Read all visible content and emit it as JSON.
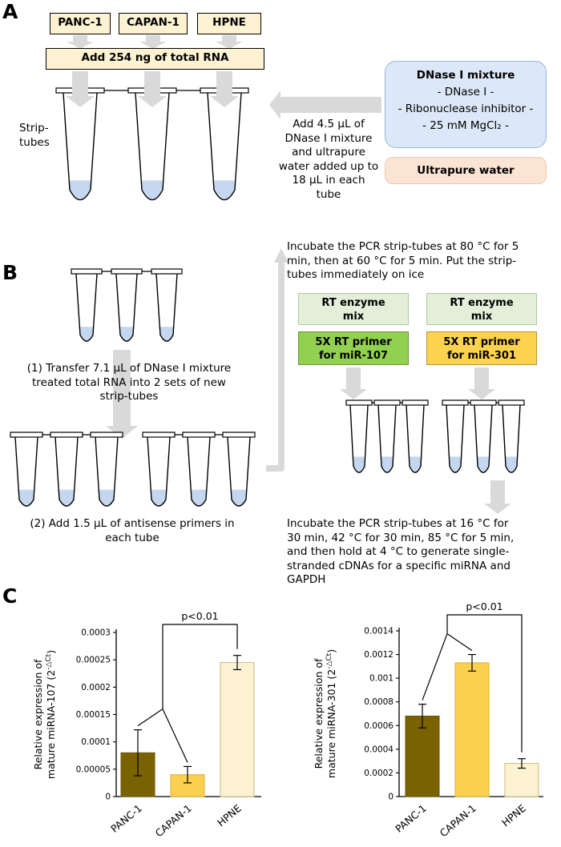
{
  "colors": {
    "arrow": "#d9d9d9",
    "tube_liquid": "#c5d7ee",
    "cream_box": "#fdf3d2",
    "dnase_box": "#dce8f7",
    "ultrapure_box": "#fce4d4",
    "rt_enzyme_box": "#e3efd9",
    "primer_mir107_box": "#92d050",
    "primer_mir301_box": "#fdd24f"
  },
  "panels": {
    "a": {
      "label": "A",
      "cell_lines": [
        "PANC-1",
        "CAPAN-1",
        "HPNE"
      ],
      "add_rna": "Add 254 ng of total RNA",
      "strip_tubes_label": "Strip-\ntubes",
      "dnase_title": "DNase I mixture",
      "dnase_items": "- DNase I -\n- Ribonuclease inhibitor -\n- 25 mM MgCl₂ -",
      "ultrapure": "Ultrapure water",
      "add_note": "Add 4.5 µL of\nDNase I mixture\nand ultrapure\nwater added up to\n18 µL in each\ntube"
    },
    "b": {
      "label": "B",
      "step1": "(1) Transfer 7.1 µL of DNase I mixture\ntreated total RNA into 2 sets of new\nstrip-tubes",
      "step2": "(2) Add 1.5 µL of antisense primers in\neach tube",
      "incubate1": "Incubate the PCR strip-tubes at 80 °C for 5\nmin, then at 60 °C for 5 min. Put the strip-\ntubes immediately on ice",
      "rt_enzyme": "RT enzyme\nmix",
      "primer107": "5X RT primer\nfor miR-107",
      "primer301": "5X RT primer\nfor miR-301",
      "incubate2": "Incubate the PCR strip-tubes at 16 °C for\n30 min, 42 °C for 30 min, 85 °C for 5 min,\nand then hold at 4 °C to generate single-\nstranded cDNAs for a specific miRNA and\nGAPDH"
    },
    "c": {
      "label": "C"
    }
  },
  "chart_data": [
    {
      "type": "bar",
      "ylabel_lines": [
        [
          {
            "t": "Relative expression of"
          }
        ],
        [
          {
            "t": "mature miRNA-107 (2"
          },
          {
            "t": "-△Ct",
            "sup": true
          },
          {
            "t": ")"
          }
        ]
      ],
      "categories": [
        "PANC-1",
        "CAPAN-1",
        "HPNE"
      ],
      "values": [
        8e-05,
        4e-05,
        0.000245
      ],
      "errors": [
        4.2e-05,
        1.5e-05,
        1.3e-05
      ],
      "bar_colors": [
        "#7a6200",
        "#fad04f",
        "#fdf3d3"
      ],
      "bar_borders": [
        "#6b5600",
        "#dfb237",
        "#cbba79"
      ],
      "ylim": [
        0,
        0.0003
      ],
      "yticks": [
        "0",
        "0.00005",
        "0.0001",
        "0.00015",
        "0.0002",
        "0.00025",
        "0.0003"
      ],
      "significance": {
        "label": "p<0.01",
        "group": [
          0,
          1
        ],
        "target": 2
      }
    },
    {
      "type": "bar",
      "ylabel_lines": [
        [
          {
            "t": "Relative expression of"
          }
        ],
        [
          {
            "t": "mature miRNA-301 (2"
          },
          {
            "t": "-△Ct",
            "sup": true
          },
          {
            "t": ")"
          }
        ]
      ],
      "categories": [
        "PANC-1",
        "CAPAN-1",
        "HPNE"
      ],
      "values": [
        0.00068,
        0.00113,
        0.00028
      ],
      "errors": [
        0.0001,
        7e-05,
        4e-05
      ],
      "bar_colors": [
        "#7a6200",
        "#fad04f",
        "#fdf3d3"
      ],
      "bar_borders": [
        "#6b5600",
        "#dfb237",
        "#cbba79"
      ],
      "ylim": [
        0,
        0.0014
      ],
      "yticks": [
        "0",
        "0.0002",
        "0.0004",
        "0.0006",
        "0.0008",
        "0.001",
        "0.0012",
        "0.0014"
      ],
      "significance": {
        "label": "p<0.01",
        "group": [
          0,
          1
        ],
        "target": 2
      }
    }
  ]
}
